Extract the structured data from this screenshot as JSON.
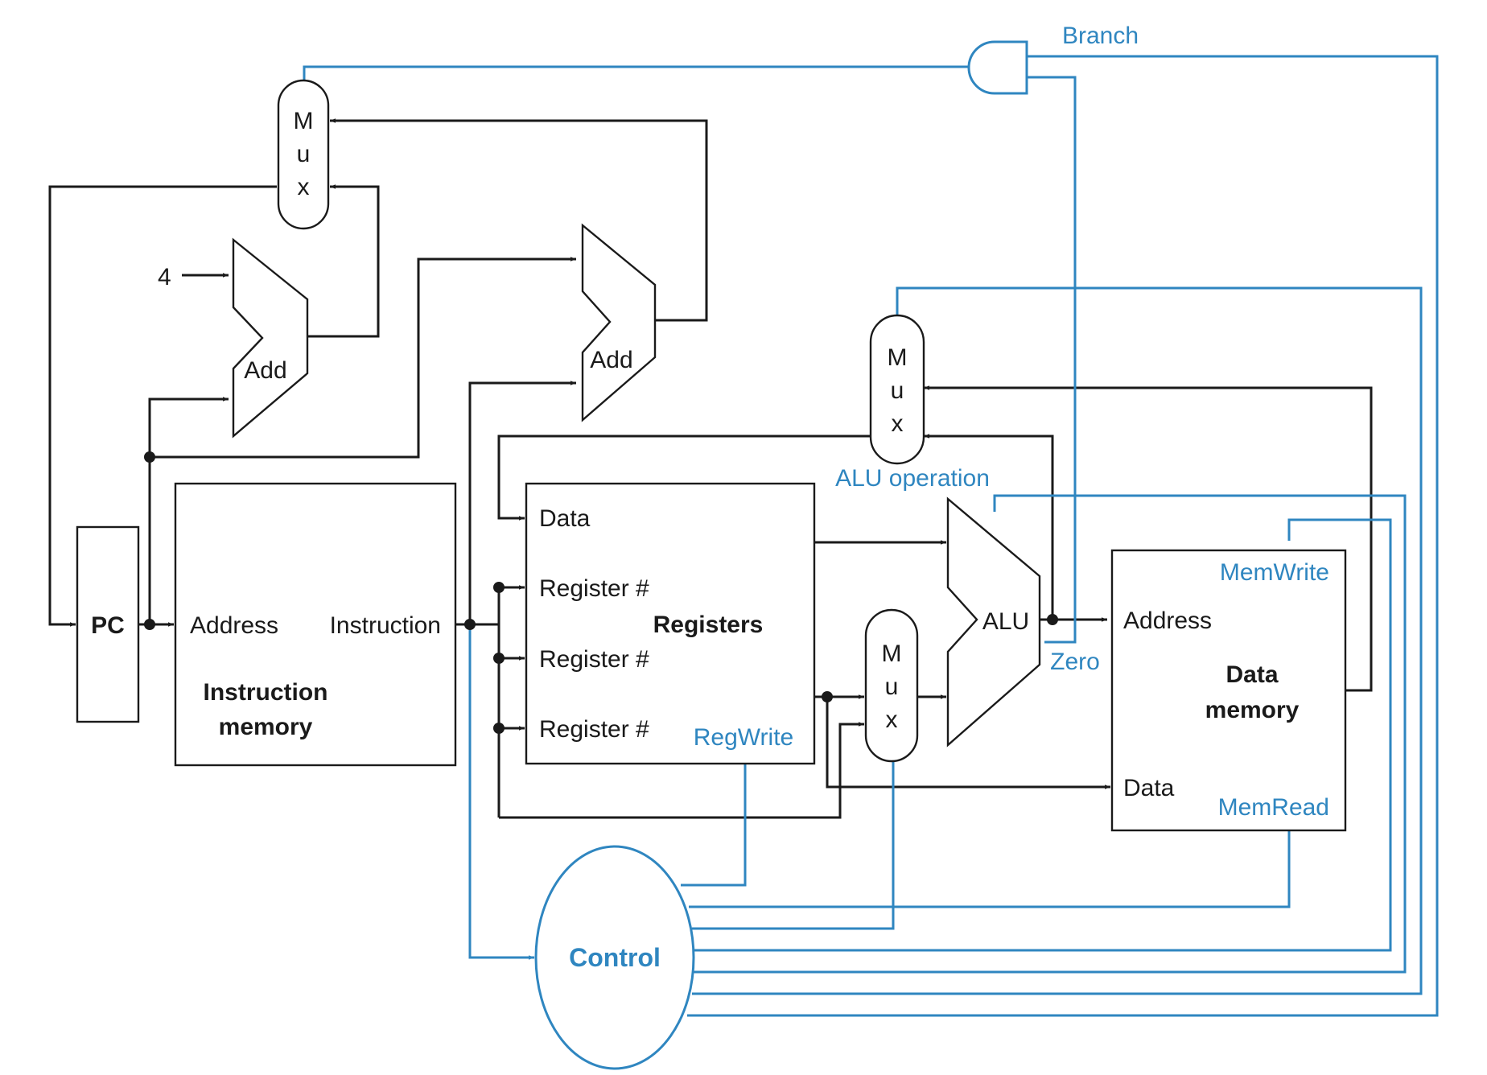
{
  "colors": {
    "datapath": "#1a1a1a",
    "control": "#2f86c0",
    "background": "#ffffff"
  },
  "pc": {
    "label": "PC"
  },
  "constant_four": "4",
  "adder_pc": {
    "label": "Add"
  },
  "adder_branch": {
    "label": "Add"
  },
  "mux_pc": {
    "letters": [
      "M",
      "u",
      "x"
    ]
  },
  "mux_data": {
    "letters": [
      "M",
      "u",
      "x"
    ]
  },
  "mux_alu": {
    "letters": [
      "M",
      "u",
      "x"
    ]
  },
  "instruction_memory": {
    "address": "Address",
    "instruction": "Instruction",
    "title_line1": "Instruction",
    "title_line2": "memory"
  },
  "registers": {
    "data": "Data",
    "reg1": "Register #",
    "reg2": "Register #",
    "reg3": "Register #",
    "title": "Registers",
    "regwrite": "RegWrite"
  },
  "alu": {
    "label": "ALU",
    "operation": "ALU operation",
    "zero": "Zero"
  },
  "data_memory": {
    "address": "Address",
    "data": "Data",
    "title_line1": "Data",
    "title_line2": "memory",
    "memwrite": "MemWrite",
    "memread": "MemRead"
  },
  "control": {
    "label": "Control"
  },
  "branch": {
    "label": "Branch"
  }
}
